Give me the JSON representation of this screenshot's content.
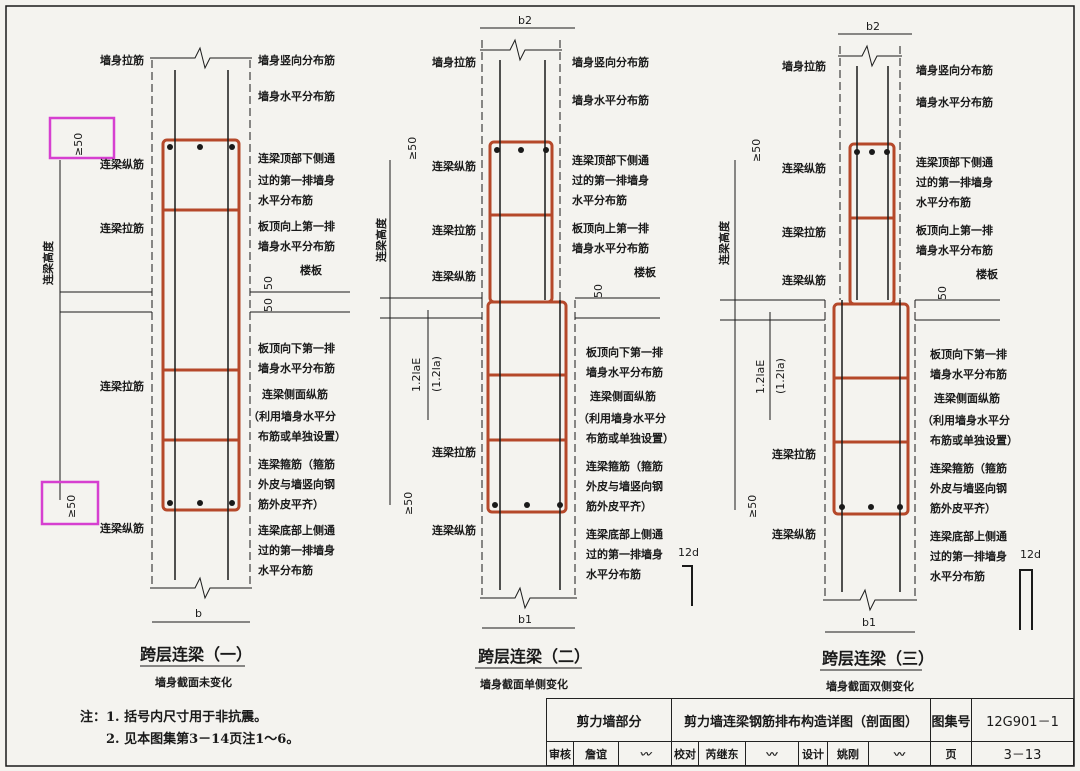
{
  "diagrams": [
    {
      "title": "跨层连梁（一）",
      "subtitle": "墙身截面未变化",
      "width_label": "b",
      "top_label": "",
      "left_labels": [
        "墙身拉筋",
        "连梁纵筋",
        "连梁拉筋",
        "连梁拉筋",
        "连梁纵筋"
      ],
      "right_labels": [
        "墙身竖向分布筋",
        "墙身水平分布筋",
        "连梁顶部下侧通",
        "过的第一排墙身",
        "水平分布筋",
        "板顶向上第一排",
        "墙身水平分布筋",
        "楼板",
        "板顶向下第一排",
        "墙身水平分布筋",
        "连梁侧面纵筋",
        "（利用墙身水平分",
        "布筋或单独设置）",
        "连梁箍筋（箍筋",
        "外皮与墙竖向钢",
        "筋外皮平齐）",
        "连梁底部上侧通",
        "过的第一排墙身",
        "水平分布筋"
      ],
      "dims": [
        "≥50",
        "≥50",
        "50",
        "50",
        "连梁高度"
      ]
    },
    {
      "title": "跨层连梁（二）",
      "subtitle": "墙身截面单侧变化",
      "width_label": "b1",
      "top_label": "b2",
      "left_labels": [
        "墙身拉筋",
        "连梁纵筋",
        "连梁拉筋",
        "连梁纵筋",
        "连梁拉筋",
        "连梁纵筋"
      ],
      "right_labels": [
        "墙身竖向分布筋",
        "墙身水平分布筋",
        "连梁顶部下侧通",
        "过的第一排墙身",
        "水平分布筋",
        "板顶向上第一排",
        "墙身水平分布筋",
        "楼板",
        "板顶向下第一排",
        "墙身水平分布筋",
        "连梁侧面纵筋",
        "（利用墙身水平分",
        "布筋或单独设置）",
        "连梁箍筋（箍筋",
        "外皮与墙竖向钢",
        "筋外皮平齐）",
        "连梁底部上侧通",
        "过的第一排墙身",
        "水平分布筋",
        "12d"
      ],
      "dims": [
        "≥50",
        "≥50",
        "50",
        "连梁高度",
        "1.2laE",
        "(1.2la)"
      ]
    },
    {
      "title": "跨层连梁（三）",
      "subtitle": "墙身截面双侧变化",
      "width_label": "b1",
      "top_label": "b2",
      "left_labels": [
        "墙身拉筋",
        "连梁纵筋",
        "连梁拉筋",
        "连梁纵筋",
        "连梁拉筋",
        "连梁纵筋"
      ],
      "right_labels": [
        "墙身竖向分布筋",
        "墙身水平分布筋",
        "连梁顶部下侧通",
        "过的第一排墙身",
        "水平分布筋",
        "板顶向上第一排",
        "墙身水平分布筋",
        "楼板",
        "板顶向下第一排",
        "墙身水平分布筋",
        "连梁侧面纵筋",
        "（利用墙身水平分",
        "布筋或单独设置）",
        "连梁箍筋（箍筋",
        "外皮与墙竖向钢",
        "筋外皮平齐）",
        "连梁底部上侧通",
        "过的第一排墙身",
        "水平分布筋",
        "12d"
      ],
      "dims": [
        "≥50",
        "≥50",
        "50",
        "连梁高度",
        "1.2laE",
        "(1.2la)"
      ]
    }
  ],
  "notes": {
    "line1": "注：1. 括号内尺寸用于非抗震。",
    "line2": "2. 见本图集第3－14页注1～6。"
  },
  "title_block": {
    "section": "剪力墙部分",
    "drawing_title": "剪力墙连梁钢筋排布构造详图（剖面图）",
    "atlas_label": "图集号",
    "atlas_no": "12G901－1",
    "review_label": "审核",
    "reviewer": "詹谊",
    "check_label": "校对",
    "checker": "芮继东",
    "design_label": "设计",
    "designer": "姚刚",
    "page_label": "页",
    "page_no": "3－13"
  },
  "colors": {
    "rebar": "#b5482a",
    "line": "#1a1a1a",
    "highlight": "#d63fd0",
    "background": "#f4f3ef"
  }
}
